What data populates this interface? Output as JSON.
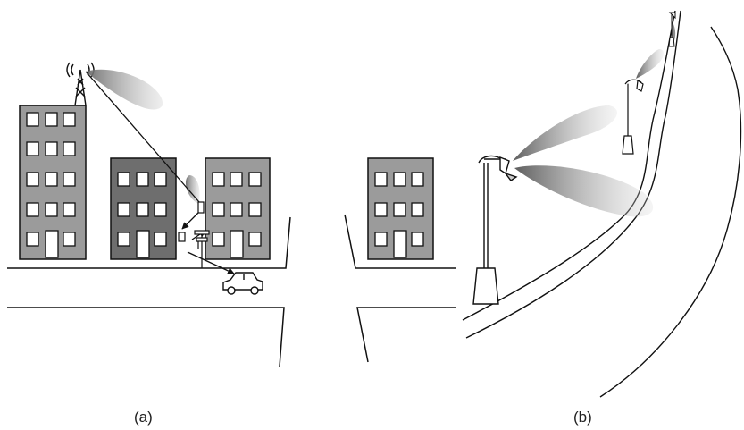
{
  "panels": [
    {
      "id": "a",
      "label": "(a)"
    },
    {
      "id": "b",
      "label": "(b)"
    }
  ],
  "colors": {
    "outline": "#111111",
    "building_light": "#9b9b9b",
    "building_dark": "#6e6e6e",
    "window": "#ffffff",
    "beam": "#9a9a9a",
    "background": "#ffffff"
  },
  "icons": [
    "cell-tower-icon",
    "car-icon",
    "street-lamp-icon",
    "small-cell-icon"
  ]
}
